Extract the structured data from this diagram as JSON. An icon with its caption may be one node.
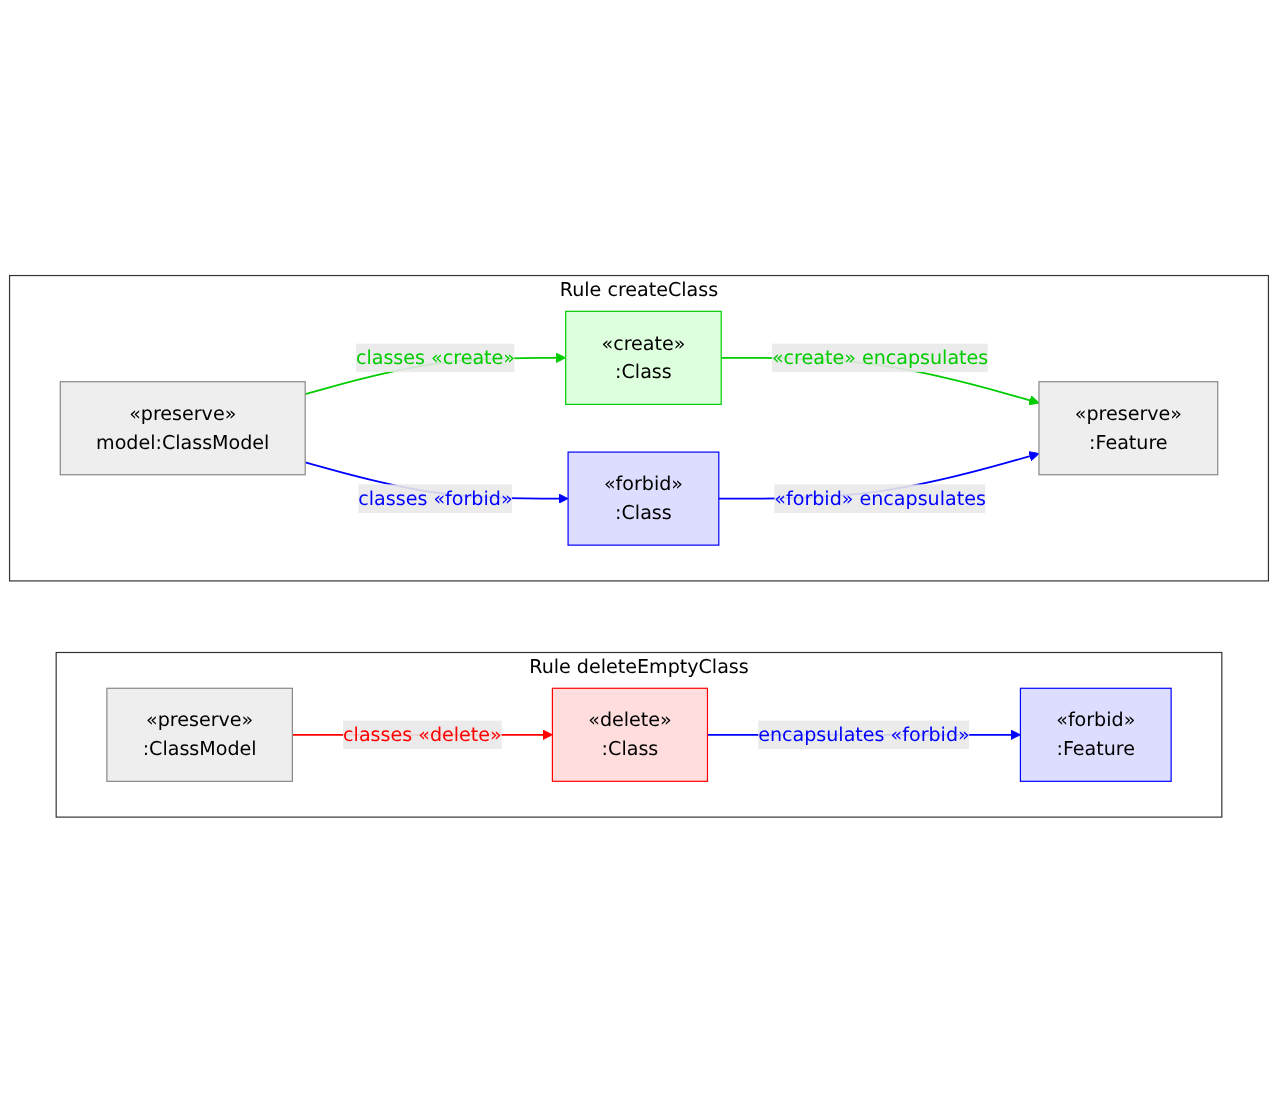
{
  "diagram": {
    "nodes": [
      {
        "text": [
          "Rule createClass"
        ]
      },
      {
        "text": [
          "«preserve»",
          "model:ClassModel"
        ],
        "in": 0
      },
      {
        "text": [
          "«create»",
          ":Class"
        ],
        "in": 0
      },
      {
        "text": [
          "«forbid»",
          ":Class"
        ],
        "in": 0
      },
      {
        "text": [
          "«preserve»",
          ":Feature"
        ],
        "in": 0
      },
      {
        "text": [
          "Rule deleteEmptyClass"
        ]
      },
      {
        "text": [
          "«preserve»",
          ":ClassModel"
        ],
        "in": 5
      },
      {
        "text": [
          "«delete»",
          ":Class"
        ],
        "in": 5
      },
      {
        "text": [
          "«forbid»",
          ":Feature"
        ],
        "in": 5
      }
    ],
    "edges": [
      {
        "from": 1,
        "to": 2,
        "arrow": "to",
        "label": "classes «create»",
        "color": "#00cc00"
      },
      {
        "from": 2,
        "to": 4,
        "arrow": "to",
        "label": "«create» encapsulates",
        "color": "#00cc00"
      },
      {
        "from": 1,
        "to": 3,
        "arrow": "to",
        "label": "classes «forbid»",
        "color": "#0000ff"
      },
      {
        "from": 3,
        "to": 4,
        "arrow": "to",
        "label": "«forbid» encapsulates",
        "color": "#0000ff"
      },
      {
        "from": 6,
        "to": 7,
        "arrow": "to",
        "label": "classes «delete»",
        "color": "#ff0000"
      },
      {
        "from": 7,
        "to": 8,
        "arrow": "to",
        "label": "encapsulates «forbid»",
        "color": "#0000ff"
      }
    ]
  }
}
